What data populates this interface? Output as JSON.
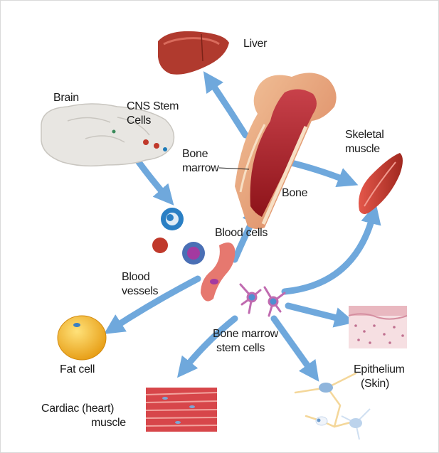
{
  "labels": {
    "liver": "Liver",
    "brain": "Brain",
    "cns_stem_cells_line1": "CNS Stem",
    "cns_stem_cells_line2": "Cells",
    "bone_marrow_line1": "Bone",
    "bone_marrow_line2": "marrow",
    "skeletal_muscle_line1": "Skeletal",
    "skeletal_muscle_line2": "muscle",
    "bone": "Bone",
    "blood_cells": "Blood cells",
    "blood_vessels_line1": "Blood",
    "blood_vessels_line2": "vessels",
    "bone_marrow_stem_cells_line1": "Bone marrow",
    "bone_marrow_stem_cells_line2": "stem cells",
    "fat_cell": "Fat cell",
    "epithelium_line1": "Epithelium",
    "epithelium_line2": "(Skin)",
    "cardiac_muscle_line1": "Cardiac (heart)",
    "cardiac_muscle_line2": "muscle"
  },
  "colors": {
    "arrow": "#6fa8dc",
    "liver": "#b03a2e",
    "bone": "#e8a47a",
    "marrow": "#a51d24",
    "muscle": "#c0392b",
    "fat_cell": "#f3b61f",
    "stem_cell": "#c06bb0"
  }
}
